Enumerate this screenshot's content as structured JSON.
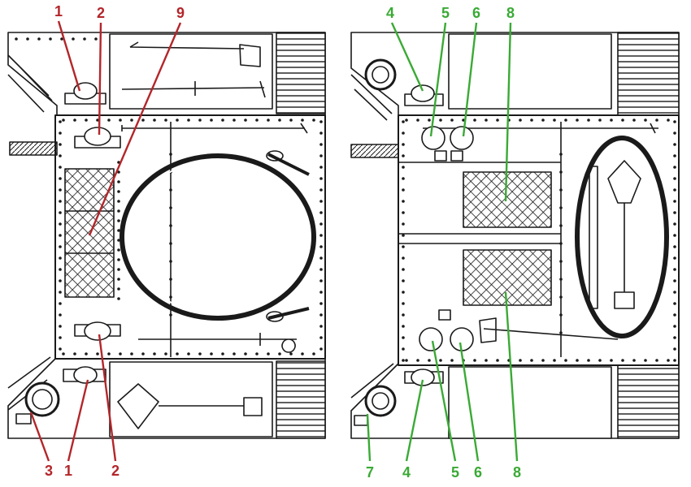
{
  "colors": {
    "left_callouts": "#b3262a",
    "right_callouts": "#3aaa35",
    "ink": "#1a1a1a",
    "paper": "#ffffff"
  },
  "left_labels": {
    "top": [
      "1",
      "2",
      "9"
    ],
    "bottom": [
      "3",
      "1",
      "2"
    ]
  },
  "right_labels": {
    "top": [
      "4",
      "5",
      "6",
      "8"
    ],
    "bottom": [
      "7",
      "4",
      "5",
      "6",
      "8"
    ]
  }
}
